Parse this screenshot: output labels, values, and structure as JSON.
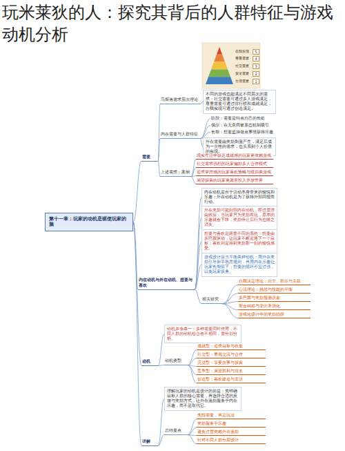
{
  "diagram": {
    "title": "玩米莱狄的人：探究其背后的人群特征与游戏动机分析",
    "nodes": [
      {
        "text": [
          "第十一章：玩家的动机是驱使玩家的脑"
        ]
      },
      {
        "text": [
          "需要"
        ]
      },
      {
        "text": [
          "马斯洛需求层次理论"
        ]
      },
      {
        "text": [
          "不同的游戏也能满足不同层次的需求：社交需要可通过多人游戏满足，尊重需要可通过排行榜和成就满足，自我实现可通过创造满足。"
        ]
      },
      {
        "text": [
          "内在需要与人群特征"
        ]
      },
      {
        "text": [
          "阶段：需要是特点自己的长处"
        ]
      },
      {
        "text": [
          "偶尔：在无意间被某些机制吸引"
        ]
      },
      {
        "text": [
          "长期：想要坚持做点事情获得乐趣"
        ]
      },
      {
        "text": [
          "外在需要由奖励刺激产生，满足后成为一次性的需求，也关系到个人价值的实现。"
        ]
      },
      {
        "text": [
          "上述需求：案例"
        ]
      },
      {
        "text": [
          "现实生活中缺乏成就感的玩家更依赖游戏"
        ]
      },
      {
        "text": [
          "社交需求强烈的玩家偏好多人合作模式"
        ]
      },
      {
        "text": [
          "追求掌控感的玩家喜欢策略与模拟类游戏"
        ]
      },
      {
        "text": [
          "渴望探索的玩家更愿意投入开放世界"
        ]
      },
      {
        "text": [
          "内在动机与外在动机、想要与喜欢"
        ]
      },
      {
        "text": [
          "内在动机是出于活动本身带来的愉悦和乐趣；外在动机是为了获得外部回报而行动。"
        ]
      },
      {
        "text": [
          "外在奖励可能削弱内在动机，即过度理由效应：当玩家只为奖励而玩，原本的乐趣就会下降，奖励停止后行为也随之消失。"
        ]
      },
      {
        "text": [
          "想要与喜欢是两套不同的系统：想要由多巴胺驱动，让玩家不断追逐下一个目标；喜欢则是得到奖励那一刻的愉悦感受。"
        ]
      },
      {
        "text": [
          "游戏设计应当平衡两种动机：用外在奖励引导新手熟悉规则，再用内在乐趣让玩家长期留下；想要的循环不宜过强，以免玩家疲惫。"
        ]
      },
      {
        "text": [
          "相关研究"
        ]
      },
      {
        "text": [
          "自我决定理论：自主、胜任与关联"
        ]
      },
      {
        "text": [
          "心流理论：挑战与技能的平衡"
        ]
      },
      {
        "text": [
          "多巴胺与奖励预测误差"
        ]
      },
      {
        "text": [
          "斯金纳箱与变比率强化"
        ]
      },
      {
        "text": [
          "游戏化设计中的奖励陷阱"
        ]
      },
      {
        "text": [
          "动机"
        ]
      },
      {
        "text": [
          "动机并非单一：多种需要同时作用，不同人群的动机组合各不相同，需分别分析。"
        ]
      },
      {
        "text": [
          "动机类型"
        ]
      },
      {
        "text": [
          "成就型：追求目标与收集"
        ]
      },
      {
        "text": [
          "社交型：重视交流与合作"
        ]
      },
      {
        "text": [
          "沉浸型：享受故事与探索"
        ]
      },
      {
        "text": [
          "竞争型：渴望胜利与排名"
        ]
      },
      {
        "text": [
          "创造型：喜欢建造与表达"
        ]
      },
      {
        "text": [
          "详解"
        ]
      },
      {
        "text": [
          "理解玩家的动机是设计的前提：先明确目标人群的核心需要，再选择合适的反馈与奖励方式，让外在激励服务于内在乐趣，而不是取代它。"
        ]
      },
      {
        "text": [
          "总结要点"
        ]
      },
      {
        "text": [
          "先找需要，再定玩法"
        ]
      },
      {
        "text": [
          "奖励服务于乐趣"
        ]
      },
      {
        "text": [
          "避免过度依赖外在激励"
        ]
      },
      {
        "text": [
          "针对不同人群分层设计"
        ]
      }
    ],
    "edges": [
      {
        "from": 0,
        "to": 1,
        "arrow": "none"
      },
      {
        "from": 0,
        "to": 14,
        "arrow": "none"
      },
      {
        "from": 0,
        "to": 25,
        "arrow": "none"
      },
      {
        "from": 0,
        "to": 33,
        "arrow": "none"
      },
      {
        "from": 1,
        "to": 2,
        "arrow": "none"
      },
      {
        "from": 1,
        "to": 4,
        "arrow": "none"
      },
      {
        "from": 1,
        "to": 9,
        "arrow": "none"
      },
      {
        "from": 2,
        "to": 3,
        "arrow": "none"
      },
      {
        "from": 4,
        "to": 5,
        "arrow": "none"
      },
      {
        "from": 4,
        "to": 6,
        "arrow": "none"
      },
      {
        "from": 4,
        "to": 7,
        "arrow": "none"
      },
      {
        "from": 4,
        "to": 8,
        "arrow": "none"
      },
      {
        "from": 9,
        "to": 10,
        "arrow": "none"
      },
      {
        "from": 9,
        "to": 11,
        "arrow": "none"
      },
      {
        "from": 9,
        "to": 12,
        "arrow": "none"
      },
      {
        "from": 9,
        "to": 13,
        "arrow": "none"
      },
      {
        "from": 14,
        "to": 15,
        "arrow": "none"
      },
      {
        "from": 14,
        "to": 16,
        "arrow": "none"
      },
      {
        "from": 14,
        "to": 17,
        "arrow": "none"
      },
      {
        "from": 14,
        "to": 18,
        "arrow": "none"
      },
      {
        "from": 14,
        "to": 19,
        "arrow": "none"
      },
      {
        "from": 19,
        "to": 20,
        "arrow": "none"
      },
      {
        "from": 19,
        "to": 21,
        "arrow": "none"
      },
      {
        "from": 19,
        "to": 22,
        "arrow": "none"
      },
      {
        "from": 19,
        "to": 23,
        "arrow": "none"
      },
      {
        "from": 19,
        "to": 24,
        "arrow": "none"
      },
      {
        "from": 25,
        "to": 26,
        "arrow": "none"
      },
      {
        "from": 25,
        "to": 27,
        "arrow": "none"
      },
      {
        "from": 27,
        "to": 28,
        "arrow": "none"
      },
      {
        "from": 27,
        "to": 29,
        "arrow": "none"
      },
      {
        "from": 27,
        "to": 30,
        "arrow": "none"
      },
      {
        "from": 27,
        "to": 31,
        "arrow": "none"
      },
      {
        "from": 27,
        "to": 32,
        "arrow": "none"
      },
      {
        "from": 33,
        "to": 34,
        "arrow": "none"
      },
      {
        "from": 33,
        "to": 35,
        "arrow": "none"
      },
      {
        "from": 35,
        "to": 36,
        "arrow": "none"
      },
      {
        "from": 35,
        "to": 37,
        "arrow": "none"
      },
      {
        "from": 35,
        "to": 38,
        "arrow": "none"
      },
      {
        "from": 35,
        "to": 39,
        "arrow": "none"
      }
    ],
    "labels": [
      "5",
      "4",
      "3",
      "2",
      "1",
      "自我实现",
      "尊重需要",
      "社交需要",
      "安全需要",
      "生理需要"
    ]
  }
}
